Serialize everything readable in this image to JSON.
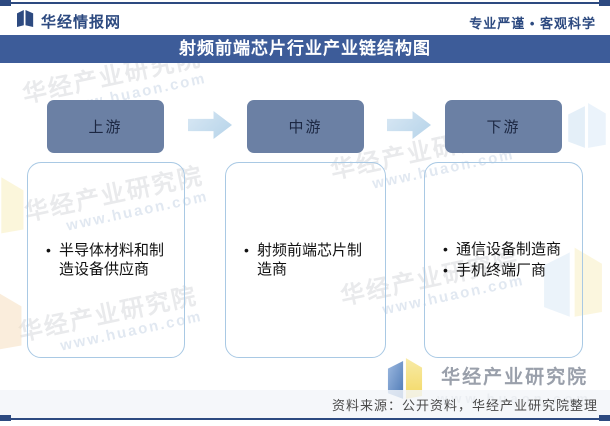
{
  "header": {
    "brand": "华经情报网",
    "tagline": "专业严谨 • 客观科学"
  },
  "title": "射频前端芯片行业产业链结构图",
  "chain": {
    "bullet_glyph": "•",
    "stages": [
      {
        "label": "上游",
        "items": [
          "半导体材料和制造设备供应商"
        ]
      },
      {
        "label": "中游",
        "items": [
          "射频前端芯片制造商"
        ]
      },
      {
        "label": "下游",
        "items": [
          "通信设备制造商",
          "手机终端厂商"
        ]
      }
    ]
  },
  "watermark": {
    "text": "华经产业研究院",
    "url": "www.huaon.com"
  },
  "brand_footer": {
    "name": "华经产业研究院",
    "url": "www.huaon.com"
  },
  "source_bar": {
    "text": "资料来源：公开资料，华经产业研究院整理"
  },
  "colors": {
    "accent_navy": "#2d4a80",
    "title_bar": "#3d5c99",
    "stage_box": "#6b80a4",
    "arrow": "#b5d3e9",
    "content_border": "#a9c9e4",
    "source_bar_bg": "#f3f5f9",
    "logo_blue": "#4d79b5",
    "logo_yellow": "#f3d863"
  }
}
